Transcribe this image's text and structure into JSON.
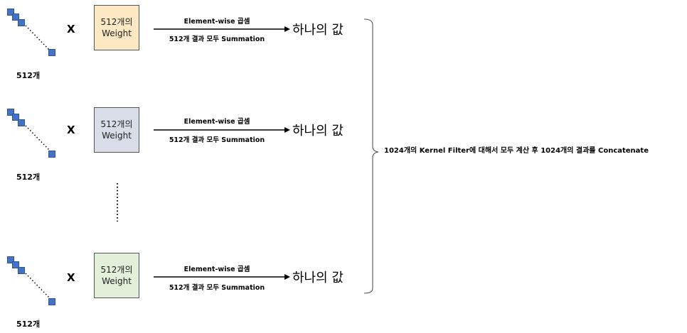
{
  "rows": [
    {
      "vector_label": "512개",
      "operator": "X",
      "weight_line1": "512개의",
      "weight_line2": "Weight",
      "op_top": "Element-wise 곱셈",
      "op_bottom": "512개 결과 모두 Summation",
      "result": "하나의 값",
      "weight_color": "#fce9c4"
    },
    {
      "vector_label": "512개",
      "operator": "X",
      "weight_line1": "512개의",
      "weight_line2": "Weight",
      "op_top": "Element-wise 곱셈",
      "op_bottom": "512개 결과 모두 Summation",
      "result": "하나의 값",
      "weight_color": "#d8dde8"
    },
    {
      "vector_label": "512개",
      "operator": "X",
      "weight_line1": "512개의",
      "weight_line2": "Weight",
      "op_top": "Element-wise 곱셈",
      "op_bottom": "512개 결과 모두 Summation",
      "result": "하나의 값",
      "weight_color": "#e2efd9"
    }
  ],
  "concat_label": "1024개의 Kernel Filter에 대해서 모두 계산 후 1024개의 결과를 Concatenate",
  "colors": {
    "vector_square": "#4472c4",
    "line": "#000000"
  }
}
